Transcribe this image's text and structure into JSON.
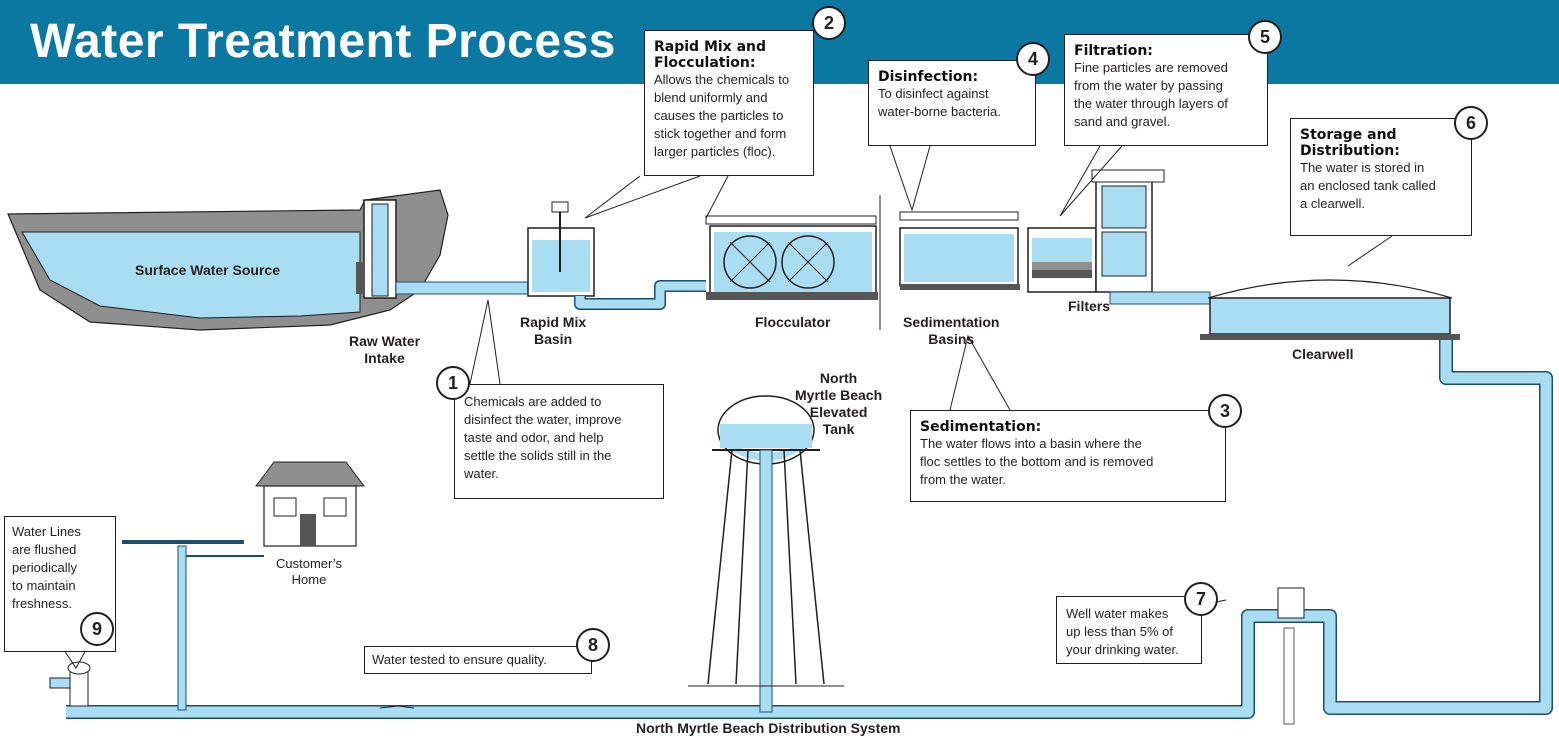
{
  "title": "Water Treatment Process",
  "colors": {
    "banner": "#0a78a0",
    "water": "#a9ddf2",
    "pipe_stroke": "#1b4f72",
    "ground": "#8f8f8f",
    "outline": "#231f20"
  },
  "labels": {
    "surface_water": "Surface Water Source",
    "raw_water_intake": "Raw Water\nIntake",
    "rapid_mix_basin": "Rapid Mix\nBasin",
    "flocculator": "Flocculator",
    "sedimentation_basins": "Sedimentation\nBasins",
    "filters": "Filters",
    "clearwell": "Clearwell",
    "elevated_tank": "North\nMyrtle Beach\nElevated\nTank",
    "customers_home": "Customer’s\nHome",
    "distribution_system": "North Myrtle Beach Distribution System"
  },
  "steps": [
    {
      "number": "1",
      "heading": "",
      "text": "Chemicals are added to\ndisinfect the water, improve\ntaste and odor, and help\nsettle the solids still in the\nwater."
    },
    {
      "number": "2",
      "heading": "Rapid Mix and\nFlocculation:",
      "text": "Allows the chemicals to\nblend uniformly and\ncauses the particles to\nstick together and form\nlarger particles (floc)."
    },
    {
      "number": "3",
      "heading": "Sedimentation:",
      "text": "The water flows into a basin where the\nfloc settles to the bottom and is removed\nfrom the water."
    },
    {
      "number": "4",
      "heading": "Disinfection:",
      "text": "To disinfect against\nwater-borne bacteria."
    },
    {
      "number": "5",
      "heading": "Filtration:",
      "text": "Fine particles are removed\nfrom the water by passing\nthe water through layers of\nsand and gravel."
    },
    {
      "number": "6",
      "heading": "Storage and\nDistribution:",
      "text": "The water is stored in\nan enclosed tank called\na clearwell."
    },
    {
      "number": "7",
      "heading": "",
      "text": "Well water makes\nup less than 5% of\nyour drinking water."
    },
    {
      "number": "8",
      "heading": "",
      "text": "Water tested to ensure quality."
    },
    {
      "number": "9",
      "heading": "",
      "text": "Water Lines\nare flushed\nperiodically\nto maintain\nfreshness."
    }
  ]
}
